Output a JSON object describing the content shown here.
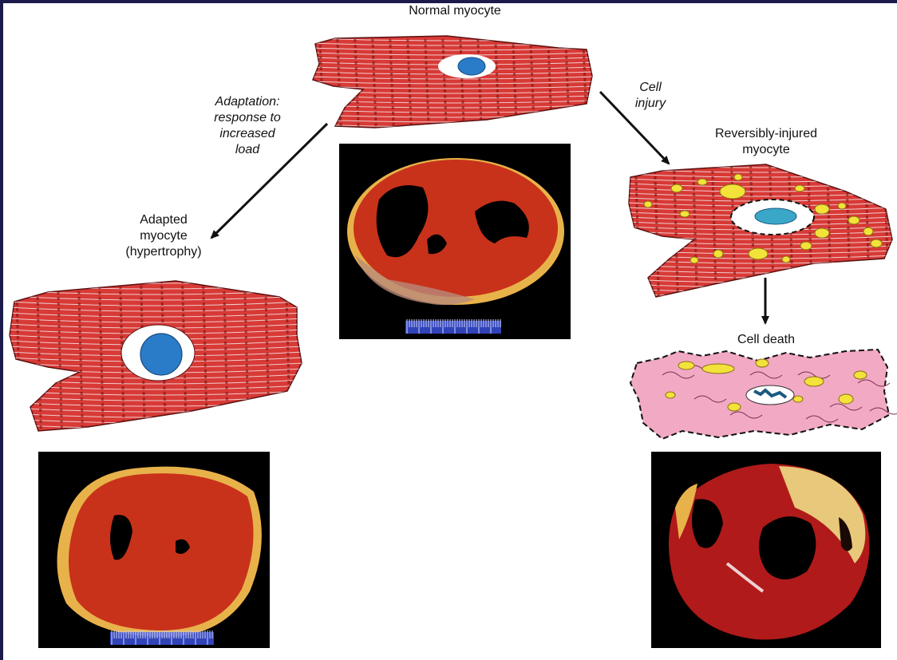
{
  "labels": {
    "normal": "Normal myocyte",
    "adaptation": "Adaptation:\nresponse to\nincreased\nload",
    "adapted": "Adapted\nmyocyte\n(hypertrophy)",
    "cell_injury": "Cell\ninjury",
    "reversibly_injured": "Reversibly-injured\nmyocyte",
    "cell_death": "Cell death"
  },
  "colors": {
    "muscle": "#d83a36",
    "muscle_dark": "#a8201e",
    "striation": "#7a1512",
    "fibril": "#f6e6ea",
    "nucleus": "#2a7cc8",
    "halo": "#ffffff",
    "vacuole": "#f3e23a",
    "dead_cell": "#f2a9c4",
    "heart_tissue": "#c8321a",
    "heart_cut": "#e55a28",
    "fat": "#e8b24a",
    "photo_bg": "#000000",
    "scale_bar": "#3a4fd8",
    "frame": "#1b1a4a"
  },
  "icons": {
    "normal_cell": "normal-myocyte-cell",
    "adapted_cell": "hypertrophied-myocyte-cell",
    "injured_cell": "reversibly-injured-cell",
    "dead_cell": "necrotic-cell",
    "arrows": "arrow-icon"
  }
}
